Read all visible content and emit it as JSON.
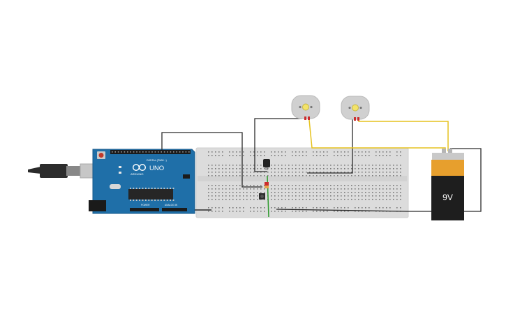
{
  "canvas": {
    "background": "#ffffff"
  },
  "arduino": {
    "brand": "UNO",
    "logo_text": "ARDUINO",
    "digital_header": "DIGITAL (PWM ~)",
    "power_header": "POWER",
    "analog_header": "ANALOG IN",
    "board_color": "#1f6fa8"
  },
  "battery": {
    "label": "9V",
    "body_color": "#1e1e1e",
    "cap_color": "#e79f2d"
  },
  "breadboard": {
    "color": "#dcdcdc"
  },
  "motors": [
    {
      "id": "motor-1",
      "shaft_color": "#f3e36a"
    },
    {
      "id": "motor-2",
      "shaft_color": "#f3e36a"
    }
  ],
  "wires": {
    "black": "#2a2a2a",
    "yellow": "#e6c21e",
    "green": "#2e9b2e",
    "red": "#cc2b2b"
  },
  "components": {
    "transistor": "transistor",
    "pushbutton": "pushbutton",
    "led": "led"
  }
}
